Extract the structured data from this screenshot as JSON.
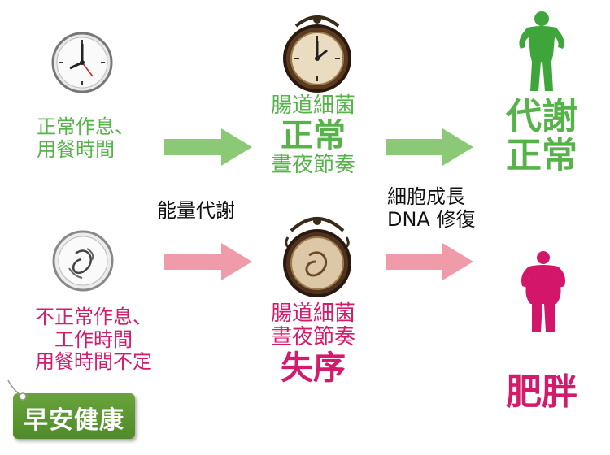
{
  "left": {
    "normal_label": [
      "正常作息、",
      "用餐時間"
    ],
    "abnormal_label": [
      "不正常作息、",
      "工作時間",
      "用餐時間不定"
    ],
    "normal_clock_icon": "wall-clock-icon",
    "abnormal_clock_icon": "distorted-clock-icon"
  },
  "middle": {
    "normal_top": "腸道細菌",
    "normal_big": "正常",
    "normal_bottom": "晝夜節奏",
    "abnormal_top": [
      "腸道細菌",
      "晝夜節奏"
    ],
    "abnormal_big": "失序",
    "connector_left": "能量代謝",
    "connector_right": [
      "細胞成長",
      "DNA 修復"
    ]
  },
  "right": {
    "normal_outcome": [
      "代謝",
      "正常"
    ],
    "abnormal_outcome": "肥胖",
    "normal_figure_icon": "muscular-man-icon",
    "abnormal_figure_icon": "obese-man-icon"
  },
  "logo": {
    "text": "早安健康"
  },
  "colors": {
    "green": "#56b34a",
    "pink": "#d41a6a",
    "arrow_green": "#8cc977",
    "arrow_pink": "#ef9ba9",
    "logo_green": "#5c9a33"
  }
}
